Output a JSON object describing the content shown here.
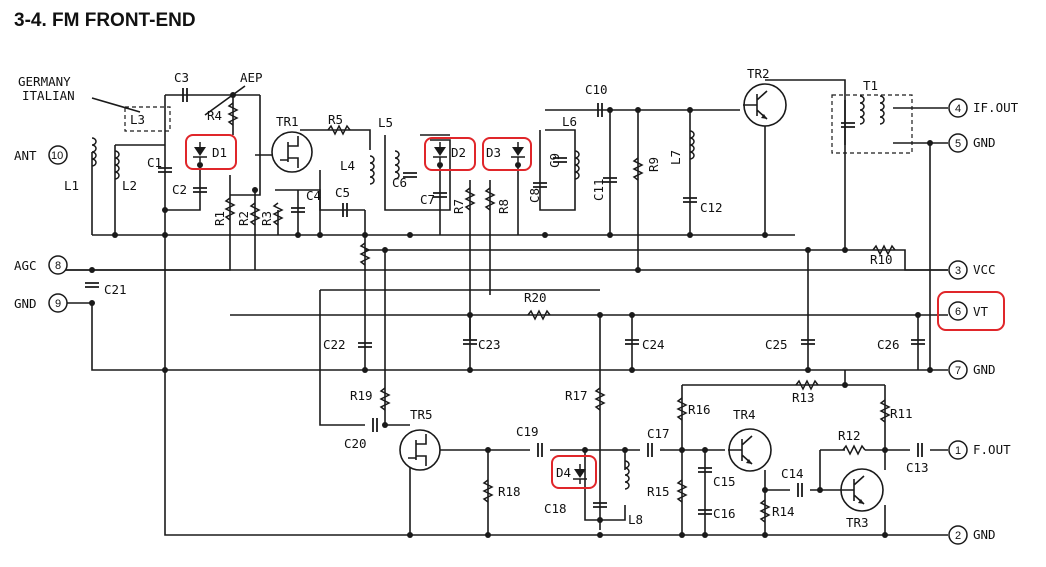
{
  "title": "3-4. FM FRONT-END",
  "accent_color": "#e0262a",
  "notes": {
    "region_line1": "GERMANY",
    "region_line2": "ITALIAN",
    "aep": "AEP"
  },
  "terminals": [
    {
      "num": "10",
      "label": "ANT"
    },
    {
      "num": "8",
      "label": "AGC"
    },
    {
      "num": "9",
      "label": "GND"
    },
    {
      "num": "4",
      "label": "IF.OUT"
    },
    {
      "num": "5",
      "label": "GND"
    },
    {
      "num": "3",
      "label": "VCC"
    },
    {
      "num": "6",
      "label": "VT"
    },
    {
      "num": "7",
      "label": "GND"
    },
    {
      "num": "1",
      "label": "F.OUT"
    },
    {
      "num": "2",
      "label": "GND"
    }
  ],
  "diodes": [
    "D1",
    "D2",
    "D3",
    "D4"
  ],
  "transistors": [
    "TR1",
    "TR2",
    "TR3",
    "TR4",
    "TR5"
  ],
  "transformer": "T1",
  "resistors": [
    "R1",
    "R2",
    "R3",
    "R4",
    "R5",
    "R7",
    "R8",
    "R9",
    "R10",
    "R11",
    "R12",
    "R13",
    "R14",
    "R15",
    "R16",
    "R17",
    "R18",
    "R19",
    "R20"
  ],
  "capacitors": [
    "C1",
    "C2",
    "C3",
    "C4",
    "C5",
    "C6",
    "C7",
    "C8",
    "C9",
    "C10",
    "C11",
    "C12",
    "C13",
    "C14",
    "C15",
    "C16",
    "C17",
    "C18",
    "C19",
    "C20",
    "C21",
    "C22",
    "C23",
    "C24",
    "C25",
    "C26"
  ],
  "inductors": [
    "L1",
    "L2",
    "L3",
    "L4",
    "L5",
    "L6",
    "L7",
    "L8"
  ]
}
